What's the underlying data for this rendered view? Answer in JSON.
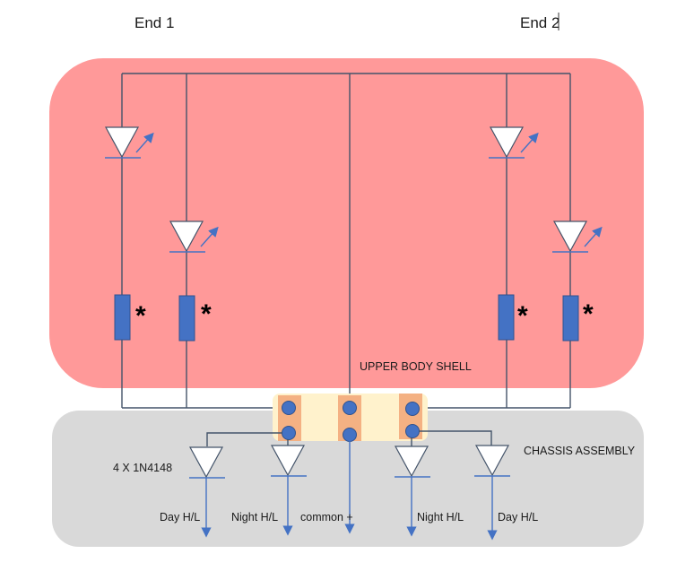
{
  "labels": {
    "end1": "End 1",
    "end2": "End 2",
    "upper_body": "UPPER BODY SHELL",
    "chassis": "CHASSIS ASSEMBLY",
    "diodes": "4 X 1N4148",
    "resistor_mark": "*"
  },
  "outputs": [
    {
      "label": "Day H/L"
    },
    {
      "label": "Night H/L"
    },
    {
      "label": "common +"
    },
    {
      "label": "Night H/L"
    },
    {
      "label": "Day H/L"
    }
  ],
  "colors": {
    "upper_body": "#ff9999",
    "chassis": "#d9d9d9",
    "connector_bg": "#fff2cc",
    "connector_block": "#f4b183",
    "pin": "#4472c4",
    "resistor": "#4472c4",
    "wire": "#44546a",
    "arrow": "#4472c4"
  }
}
